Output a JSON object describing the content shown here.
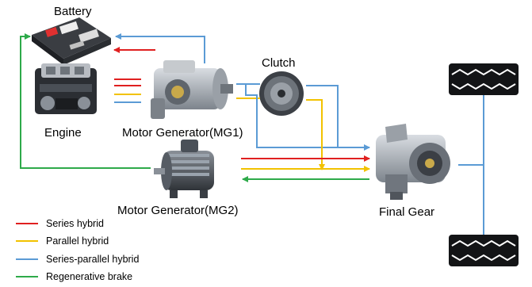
{
  "labels": {
    "battery": "Battery",
    "engine": "Engine",
    "mg1": "Motor Generator(MG1)",
    "clutch": "Clutch",
    "mg2": "Motor Generator(MG2)",
    "final_gear": "Final Gear"
  },
  "legend": [
    {
      "label": "Series hybrid",
      "color": "#e02020"
    },
    {
      "label": "Parallel hybrid",
      "color": "#f2c200"
    },
    {
      "label": "Series-parallel hybrid",
      "color": "#5b9bd5"
    },
    {
      "label": "Regenerative brake",
      "color": "#2eaa4a"
    }
  ],
  "icons": [
    "battery-pack",
    "engine",
    "motor-generator-mg1",
    "clutch-disc",
    "motor-generator-mg2",
    "final-gear-unit",
    "tire"
  ]
}
